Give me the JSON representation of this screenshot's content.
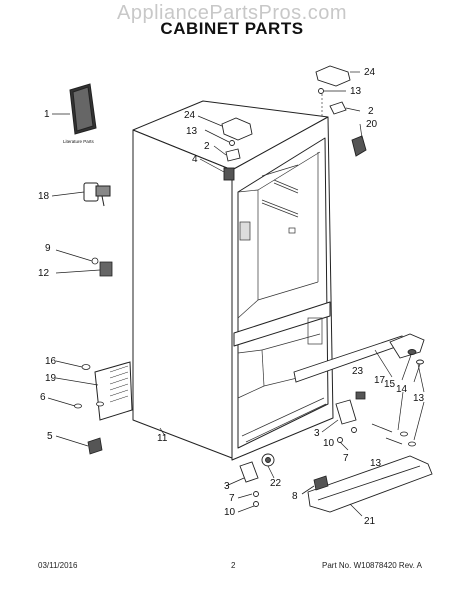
{
  "watermark": "AppliancePartsPros.com",
  "title": "CABINET PARTS",
  "literature_label": "Literature Parts",
  "footer": {
    "date": "03/11/2016",
    "page": "2",
    "part_no": "Part No. W10878420 Rev. A"
  },
  "callouts": [
    {
      "id": "c1",
      "text": "1"
    },
    {
      "id": "c18",
      "text": "18"
    },
    {
      "id": "c9",
      "text": "9"
    },
    {
      "id": "c12",
      "text": "12"
    },
    {
      "id": "c16",
      "text": "16"
    },
    {
      "id": "c19",
      "text": "19"
    },
    {
      "id": "c6",
      "text": "6"
    },
    {
      "id": "c5",
      "text": "5"
    },
    {
      "id": "c11",
      "text": "11"
    },
    {
      "id": "c24a",
      "text": "24"
    },
    {
      "id": "c13a",
      "text": "13"
    },
    {
      "id": "c2a",
      "text": "2"
    },
    {
      "id": "c4",
      "text": "4"
    },
    {
      "id": "c24b",
      "text": "24"
    },
    {
      "id": "c13b",
      "text": "13"
    },
    {
      "id": "c2b",
      "text": "2"
    },
    {
      "id": "c20",
      "text": "20"
    },
    {
      "id": "c17",
      "text": "17"
    },
    {
      "id": "c15",
      "text": "15"
    },
    {
      "id": "c14",
      "text": "14"
    },
    {
      "id": "c13c",
      "text": "13"
    },
    {
      "id": "c23",
      "text": "23"
    },
    {
      "id": "c3a",
      "text": "3"
    },
    {
      "id": "c10a",
      "text": "10"
    },
    {
      "id": "c7a",
      "text": "7"
    },
    {
      "id": "c13d",
      "text": "13"
    },
    {
      "id": "c22",
      "text": "22"
    },
    {
      "id": "c3b",
      "text": "3"
    },
    {
      "id": "c7b",
      "text": "7"
    },
    {
      "id": "c10b",
      "text": "10"
    },
    {
      "id": "c8",
      "text": "8"
    },
    {
      "id": "c21",
      "text": "21"
    }
  ]
}
